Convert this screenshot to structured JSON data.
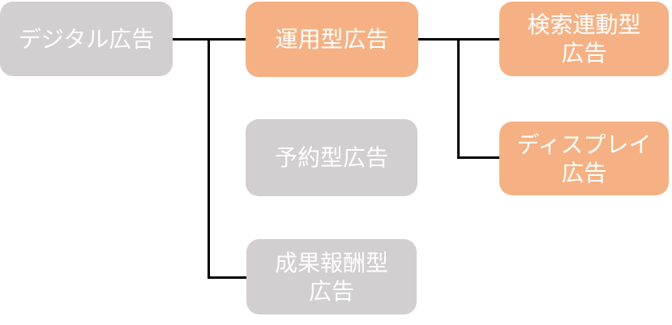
{
  "diagram": {
    "description": "Tree diagram of digital advertising categories",
    "background_color": "#ffffff",
    "connector_color": "#000000",
    "text_color": "#ffffff",
    "node_colors": {
      "gray": "#d1cfcf",
      "orange": "#f5b183"
    },
    "nodes": {
      "digital": {
        "label": "デジタル広告",
        "color": "gray"
      },
      "operated": {
        "label": "運用型広告",
        "color": "orange"
      },
      "search": {
        "label": "検索連動型\n広告",
        "color": "orange"
      },
      "reserved": {
        "label": "予約型広告",
        "color": "gray"
      },
      "display": {
        "label": "ディスプレイ\n広告",
        "color": "orange"
      },
      "performance": {
        "label": "成果報酬型\n広告",
        "color": "gray"
      }
    },
    "edges": [
      {
        "from": "digital",
        "to": "operated"
      },
      {
        "from": "digital",
        "to": "performance"
      },
      {
        "from": "operated",
        "to": "search"
      },
      {
        "from": "operated",
        "to": "display"
      }
    ]
  }
}
